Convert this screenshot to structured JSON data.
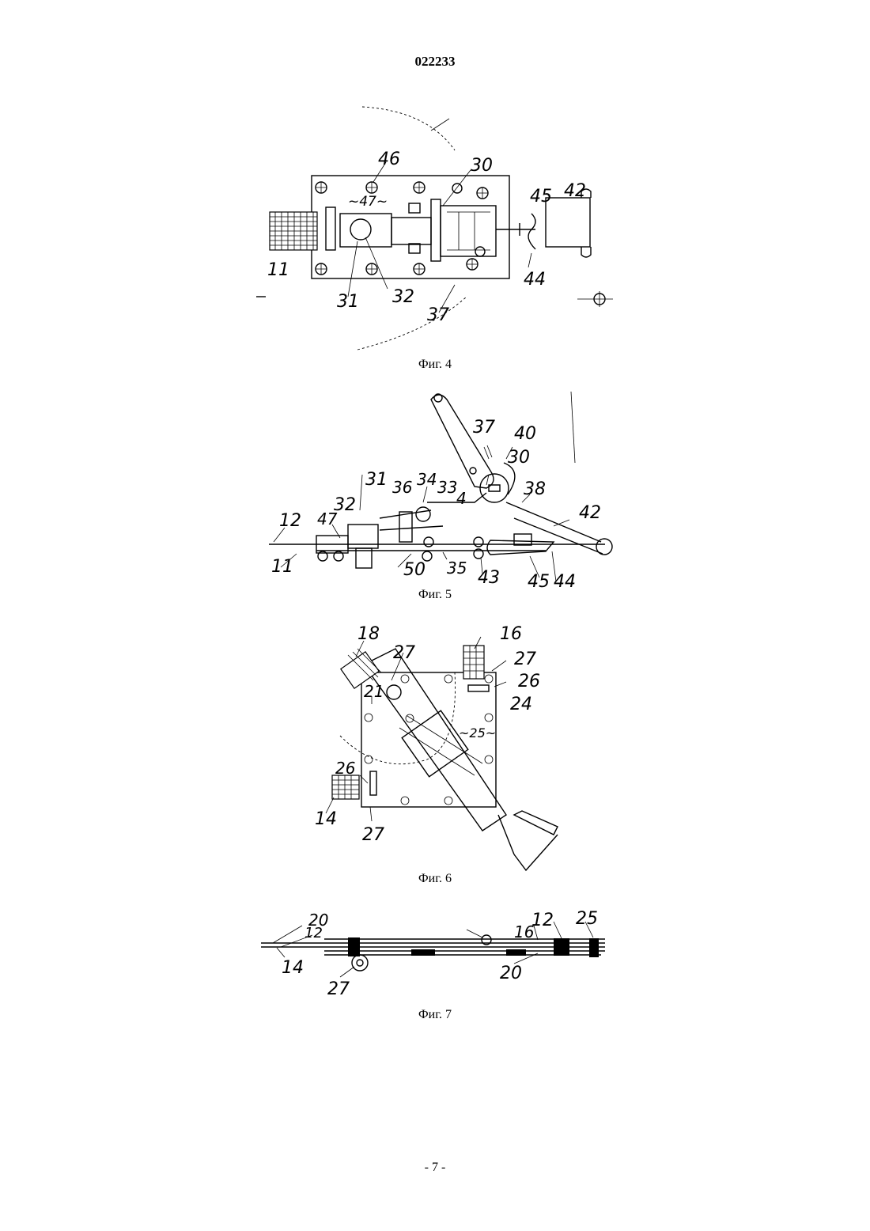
{
  "document": {
    "number": "022233",
    "page": "- 7 -"
  },
  "figures": [
    {
      "caption": "Фиг. 4",
      "labels": {
        "l46": "46",
        "l30": "30",
        "l47": "~47~",
        "l45": "45",
        "l42": "42",
        "l11": "11",
        "l31": "31",
        "l32": "32",
        "l37": "37",
        "l44": "44"
      }
    },
    {
      "caption": "Фиг. 5",
      "labels": {
        "l37": "37",
        "l40": "40",
        "l30": "30",
        "l31": "31",
        "l34": "34",
        "l36": "36",
        "l33": "33",
        "l4": "4",
        "l38": "38",
        "l32": "32",
        "l42": "42",
        "l12": "12",
        "l47": "47",
        "l11": "11",
        "l50": "50",
        "l35": "35",
        "l43": "43",
        "l45": "45",
        "l44": "44"
      }
    },
    {
      "caption": "Фиг. 6",
      "labels": {
        "l18": "18",
        "l16": "16",
        "l27a": "27",
        "l27b": "27",
        "l26a": "26",
        "l24": "24",
        "l21": "21",
        "l25": "~25~",
        "l26b": "26",
        "l14": "14",
        "l27c": "27"
      }
    },
    {
      "caption": "Фиг. 7",
      "labels": {
        "l20a": "20",
        "l12a": "12",
        "l14": "14",
        "l16": "16",
        "l12b": "12",
        "l25": "25",
        "l20b": "20",
        "l27": "27"
      }
    }
  ]
}
